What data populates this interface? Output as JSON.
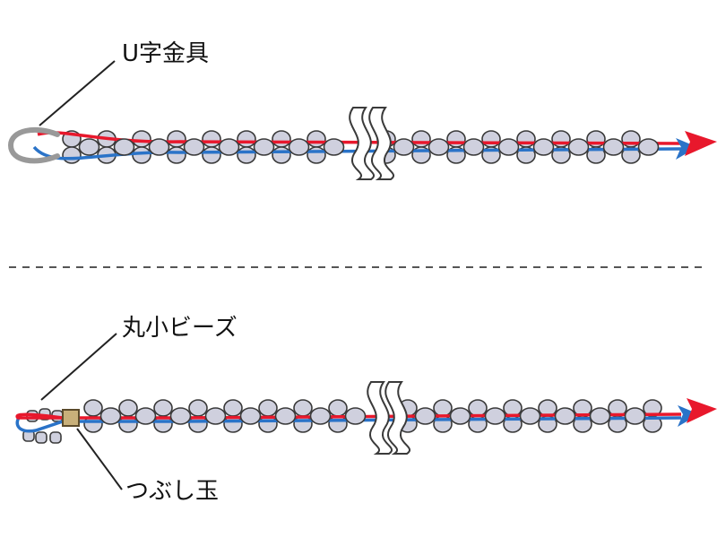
{
  "labels": {
    "u_clasp": "U字金具",
    "small_beads": "丸小ビーズ",
    "crimp_bead": "つぶし玉"
  },
  "colors": {
    "thread_red": "#e8182c",
    "thread_blue": "#2a73c8",
    "bead_fill": "#cfd0de",
    "bead_stroke": "#3a3a3a",
    "clasp": "#999999",
    "crimp": "#c8b07a",
    "divider": "#555555",
    "leader": "#222222"
  }
}
